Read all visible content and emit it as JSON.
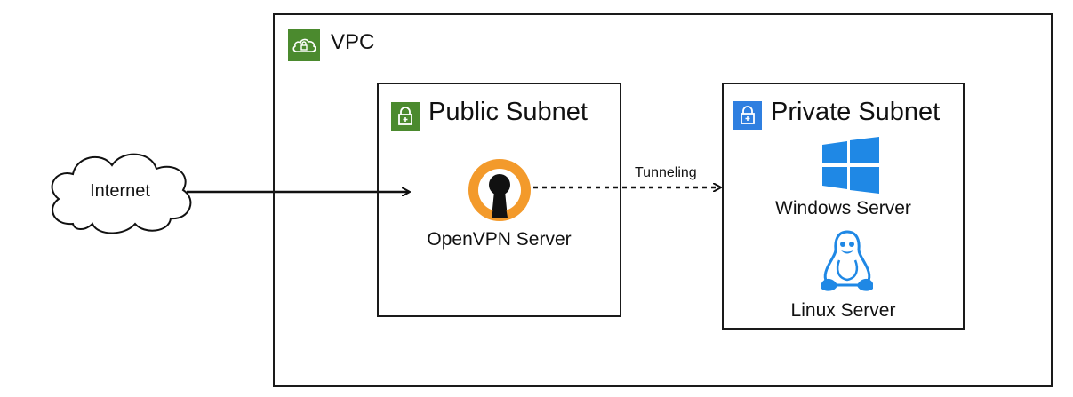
{
  "vpc": {
    "label": "VPC",
    "icon": "vpc-cloud-lock-icon",
    "accent": "#4b8a2e"
  },
  "internet": {
    "label": "Internet",
    "icon": "cloud-icon"
  },
  "public_subnet": {
    "label": "Public Subnet",
    "icon": "lock-icon",
    "accent": "#4b8a2e"
  },
  "private_subnet": {
    "label": "Private Subnet",
    "icon": "lock-icon",
    "accent": "#2f7fe0"
  },
  "openvpn": {
    "label": "OpenVPN Server",
    "icon": "openvpn-logo-icon",
    "accent": "#f39a2b"
  },
  "tunnel": {
    "label": "Tunneling"
  },
  "servers": [
    {
      "label": "Windows Server",
      "icon": "windows-logo-icon",
      "accent": "#1f88e5"
    },
    {
      "label": "Linux Server",
      "icon": "linux-tux-icon",
      "accent": "#1f88e5"
    }
  ]
}
